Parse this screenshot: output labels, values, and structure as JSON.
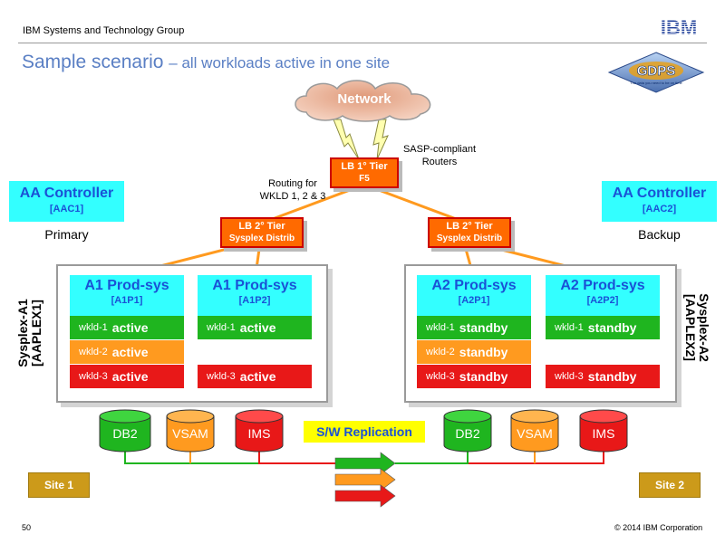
{
  "header": {
    "group": "IBM Systems and Technology Group",
    "logo": "IBM",
    "page_number": "50",
    "copyright": "© 2014 IBM Corporation"
  },
  "title": {
    "main": "Sample scenario",
    "sub": "– all workloads active in one site"
  },
  "badge": {
    "text": "GDPS",
    "tagline": "The data you need to be on time"
  },
  "network": {
    "label": "Network"
  },
  "routers_note": [
    "SASP-compliant",
    "Routers"
  ],
  "routing_note": [
    "Routing for",
    "WKLD 1, 2 & 3"
  ],
  "lb1": {
    "line1": "LB 1° Tier",
    "line2": "F5"
  },
  "lb2_left": {
    "line1": "LB 2° Tier",
    "line2": "Sysplex Distrib"
  },
  "lb2_right": {
    "line1": "LB 2° Tier",
    "line2": "Sysplex Distrib"
  },
  "controllers": [
    {
      "title": "AA Controller",
      "id": "[AAC1]",
      "role": "Primary"
    },
    {
      "title": "AA Controller",
      "id": "[AAC2]",
      "role": "Backup"
    }
  ],
  "sysplex_a1": {
    "name": "Sysplex-A1",
    "id": "[AAPLEX1]"
  },
  "sysplex_a2": {
    "name": "Sysplex-A2",
    "id": "[AAPLEX2]"
  },
  "prod_systems": [
    {
      "title": "A1 Prod-sys",
      "id": "[A1P1]",
      "workloads": [
        {
          "name": "wkld-1",
          "status": "active"
        },
        {
          "name": "wkld-2",
          "status": "active"
        },
        {
          "name": "wkld-3",
          "status": "active"
        }
      ]
    },
    {
      "title": "A1 Prod-sys",
      "id": "[A1P2]",
      "workloads": [
        {
          "name": "wkld-1",
          "status": "active"
        },
        {
          "name": "wkld-3",
          "status": "active"
        }
      ]
    },
    {
      "title": "A2 Prod-sys",
      "id": "[A2P1]",
      "workloads": [
        {
          "name": "wkld-1",
          "status": "standby"
        },
        {
          "name": "wkld-2",
          "status": "standby"
        },
        {
          "name": "wkld-3",
          "status": "standby"
        }
      ]
    },
    {
      "title": "A2 Prod-sys",
      "id": "[A2P2]",
      "workloads": [
        {
          "name": "wkld-1",
          "status": "standby"
        },
        {
          "name": "wkld-3",
          "status": "standby"
        }
      ]
    }
  ],
  "databases_site1": [
    "DB2",
    "VSAM",
    "IMS"
  ],
  "databases_site2": [
    "DB2",
    "VSAM",
    "IMS"
  ],
  "replication": {
    "label": "S/W Replication"
  },
  "sites": [
    "Site 1",
    "Site 2"
  ],
  "colors": {
    "workload1": "#1fb51f",
    "workload2": "#ff9a1f",
    "workload3": "#e81818",
    "link": "#ff9a1f",
    "accent": "#1a52d6",
    "controller": "#33ffff"
  }
}
